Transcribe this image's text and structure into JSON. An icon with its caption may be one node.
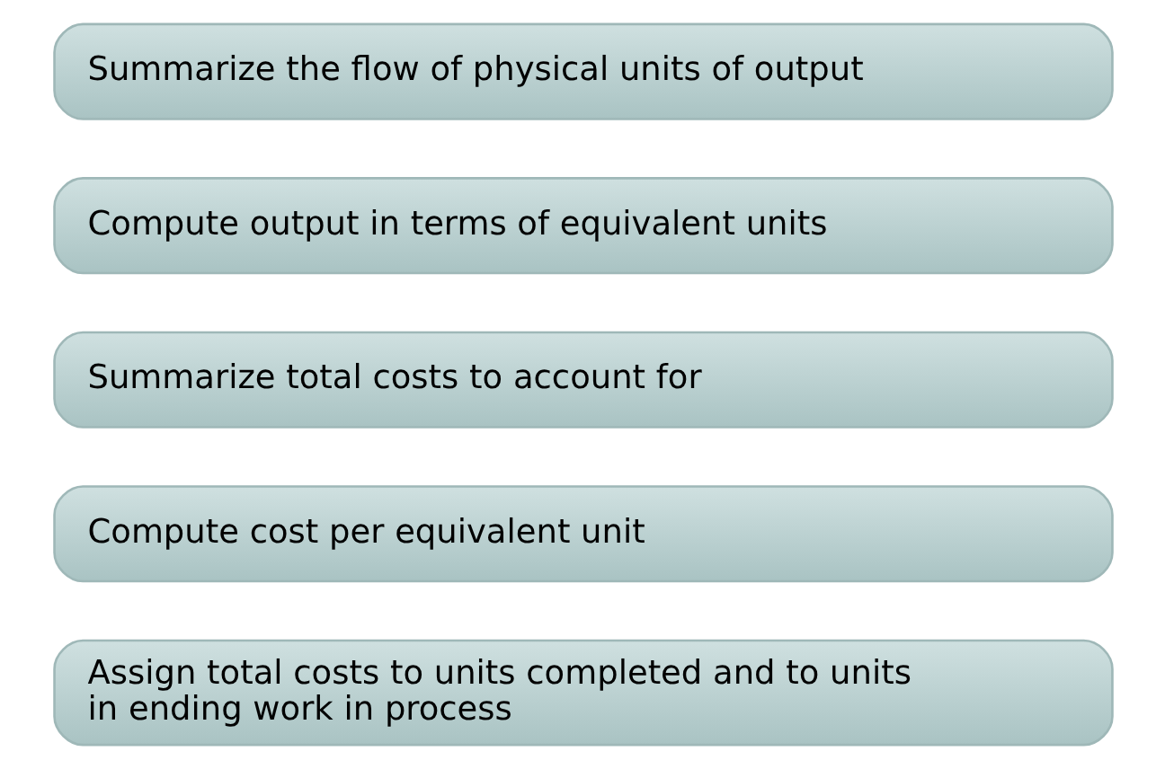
{
  "diagram": {
    "nodes": [
      {
        "text": [
          "Summarize the flow of physical units of output"
        ]
      },
      {
        "text": [
          "Compute output in terms of equivalent units"
        ]
      },
      {
        "text": [
          "Summarize total costs to account for"
        ]
      },
      {
        "text": [
          "Compute cost per equivalent unit"
        ]
      },
      {
        "text": [
          "Assign total costs to units completed and to units in ending work in process"
        ]
      }
    ]
  }
}
